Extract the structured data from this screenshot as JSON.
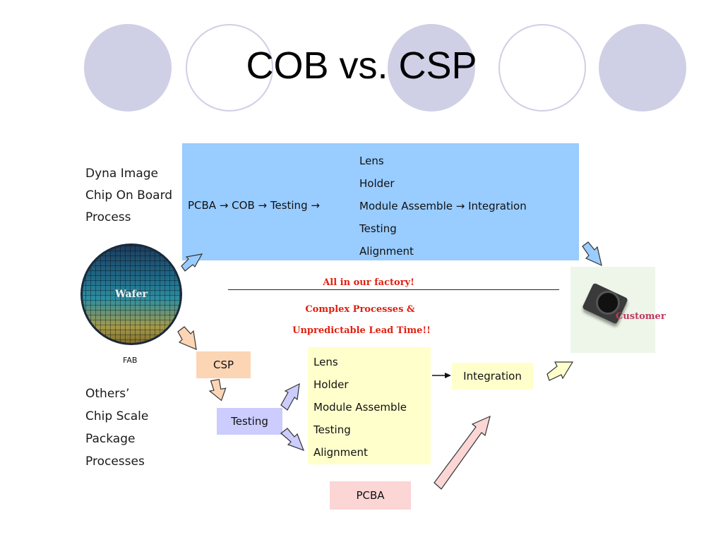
{
  "slide": {
    "title": "COB vs. CSP"
  },
  "cob": {
    "label_lines": [
      "Dyna Image",
      "Chip On Board",
      "Process"
    ],
    "flow_start": "PCBA → COB → Testing →",
    "steps": [
      "Lens",
      "Holder",
      "Module Assemble → Integration",
      "Testing",
      "Alignment"
    ]
  },
  "notes": {
    "factory": "All in our factory!",
    "complex_line1": "Complex Processes &",
    "complex_line2": "Unpredictable Lead Time!!"
  },
  "wafer": {
    "label": "Wafer",
    "fab_label": "FAB"
  },
  "customer": {
    "label": "Customer"
  },
  "csp": {
    "label_lines": [
      "Others’",
      "Chip Scale",
      "Package",
      "Processes"
    ],
    "csp_box": "CSP",
    "testing_box": "Testing",
    "steps": [
      "Lens",
      "Holder",
      "Module Assemble",
      "Testing",
      "Alignment"
    ],
    "integration_box": "Integration",
    "pcba_box": "PCBA"
  },
  "colors": {
    "cob_box": "#99ccff",
    "csp_box": "#fcd5b5",
    "testing_box": "#ccccff",
    "steps_box": "#ffffcc",
    "pcba_box": "#fcd5d5",
    "circles": "#cfcfe6",
    "alert_text": "#e02010"
  }
}
